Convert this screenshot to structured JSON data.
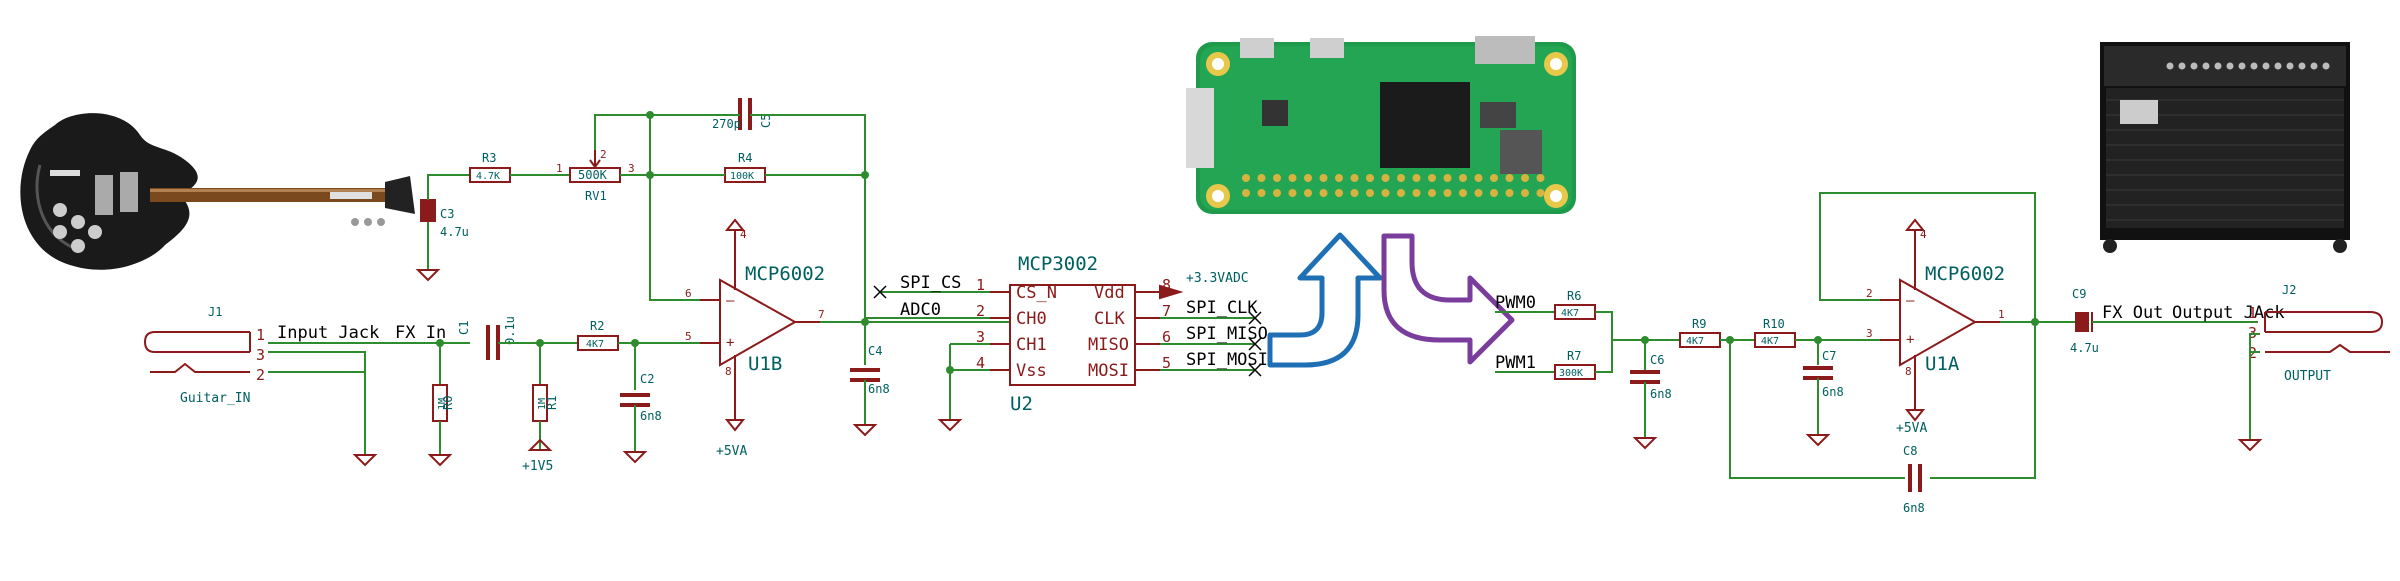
{
  "labels": {
    "input_jack": "Input Jack",
    "fx_in": "FX In",
    "guitar_in": "Guitar_IN",
    "fx_out": "FX Out",
    "output_jack": "Output JAck",
    "output": "OUTPUT",
    "pwm0": "PWM0",
    "pwm1": "PWM1",
    "spi_cs": "SPI_CS",
    "adc0": "ADC0",
    "spi_clk": "SPI_CLK",
    "spi_miso": "SPI_MISO",
    "spi_mosi": "SPI_MOSI",
    "v33": "+3.3VADC",
    "v5a_1": "+5VA",
    "v5a_2": "+5VA",
    "v1v5": "+1V5"
  },
  "ics": {
    "opamp1": {
      "name": "MCP6002",
      "ref": "U1B",
      "pin_top": "4",
      "pin_bot": "8",
      "pin_minus": "6",
      "pin_plus": "5",
      "pin_out": "7"
    },
    "adc": {
      "name": "MCP3002",
      "ref": "U2",
      "pins_left": [
        {
          "num": "1",
          "name": "CS_N"
        },
        {
          "num": "2",
          "name": "CH0"
        },
        {
          "num": "3",
          "name": "CH1"
        },
        {
          "num": "4",
          "name": "Vss"
        }
      ],
      "pins_right": [
        {
          "num": "8",
          "name": "Vdd"
        },
        {
          "num": "7",
          "name": "CLK"
        },
        {
          "num": "6",
          "name": "MISO"
        },
        {
          "num": "5",
          "name": "MOSI"
        }
      ]
    },
    "opamp2": {
      "name": "MCP6002",
      "ref": "U1A",
      "pin_top": "4",
      "pin_bot": "8",
      "pin_minus": "2",
      "pin_plus": "3",
      "pin_out": "1"
    }
  },
  "connectors": {
    "j1": {
      "ref": "J1",
      "pins": [
        "1",
        "3",
        "2"
      ]
    },
    "j2": {
      "ref": "J2",
      "pins": [
        "1",
        "3",
        "2"
      ]
    }
  },
  "components": {
    "r3": {
      "ref": "R3",
      "value": "4.7K"
    },
    "rv1": {
      "ref": "RV1",
      "value": "500K",
      "pin1": "1",
      "pin2": "2",
      "pin3": "3"
    },
    "r4": {
      "ref": "R4",
      "value": "100K"
    },
    "c5": {
      "ref": "C5",
      "value": "270p"
    },
    "c3": {
      "ref": "C3",
      "value": "4.7u"
    },
    "c1": {
      "ref": "C1",
      "value": "0.1u"
    },
    "r0": {
      "ref": "R0",
      "value": "1M"
    },
    "r1": {
      "ref": "R1",
      "value": "1M"
    },
    "r2": {
      "ref": "R2",
      "value": "4K7"
    },
    "c2": {
      "ref": "C2",
      "value": "6n8"
    },
    "c4": {
      "ref": "C4",
      "value": "6n8"
    },
    "r6": {
      "ref": "R6",
      "value": "4K7"
    },
    "r7": {
      "ref": "R7",
      "value": "300K"
    },
    "c6": {
      "ref": "C6",
      "value": "6n8"
    },
    "r9": {
      "ref": "R9",
      "value": "4K7"
    },
    "r10": {
      "ref": "R10",
      "value": "4K7"
    },
    "c7": {
      "ref": "C7",
      "value": "6n8"
    },
    "c8": {
      "ref": "C8",
      "value": "6n8"
    },
    "c9": {
      "ref": "C9",
      "value": "4.7u"
    }
  },
  "colors": {
    "wire": "#2e8b2e",
    "component": "#8b1a1a",
    "label": "#006060",
    "arrow_up": "#1f6fb5",
    "arrow_down": "#7a3d9c"
  },
  "images": {
    "guitar": "guitar-photo",
    "raspberry_pi": "raspberry-pi-zero-photo",
    "amplifier": "guitar-amplifier-photo"
  }
}
